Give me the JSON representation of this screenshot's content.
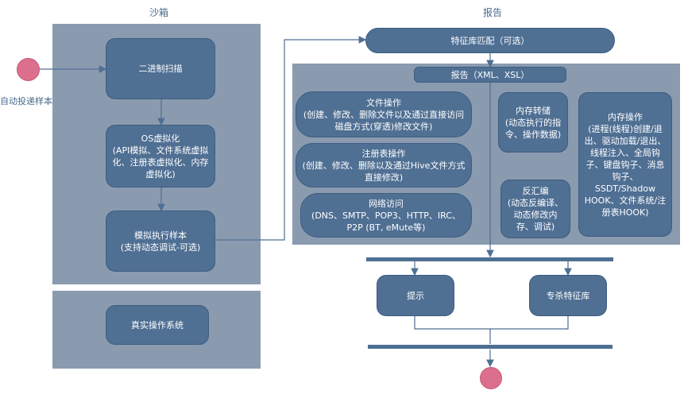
{
  "lanes": {
    "sandbox": "沙箱",
    "report": "报告"
  },
  "start_label": "自动投递样本",
  "sandbox": {
    "binary_scan": "二进制扫描",
    "os_virtualization": "OS虚拟化\n(API模拟、文件系统虚拟化、注册表虚拟化、内存虚拟化)",
    "simulate_exec": "模拟执行样本\n(支持动态调试-可选)",
    "real_os": "真实操作系统"
  },
  "report": {
    "signature_match": "特征库匹配（可选）",
    "report_formats": "报告（XML、XSL）",
    "file_ops": "文件操作\n(创建、修改、删除文件以及通过直接访问磁盘方式(穿透)修改文件)",
    "registry_ops": "注册表操作\n(创建、修改、删除以及通过Hive文件方式直接修改)",
    "network_access": "网络访问\n(DNS、SMTP、POP3、HTTP、IRC、P2P (BT, eMute等)",
    "memory_dump": "内存转储\n(动态执行的指令、操作数据)",
    "disassembly": "反汇编\n(动态反编译、动态修改内存、调试)",
    "memory_ops": "内存操作\n(进程(线程)创建/退出、驱动加载/退出、线程注入、全局钩子、键盘钩子、消息钩子、SSDT/Shadow HOOK、文件系统/注册表HOOK)",
    "alert": "提示",
    "antivirus_signature": "专杀特征库"
  },
  "colors": {
    "box": "#4f6f93",
    "region": "#8a9bb0",
    "start_end": "#dd6f8e",
    "arrow": "#4f6f93"
  }
}
